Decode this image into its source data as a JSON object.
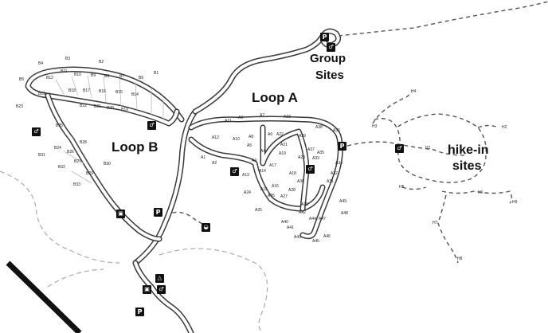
{
  "areas": {
    "loop_a": "Loop A",
    "loop_b": "Loop B",
    "group_sites_line1": "Group",
    "group_sites_line2": "Sites",
    "hike_in_line1": "hike-in",
    "hike_in_line2": "sites"
  },
  "icons": {
    "parking": "P",
    "restroom": "restroom-icon",
    "parking_icon": "parking-icon",
    "dump_station": "dump-station-icon",
    "water": "water-icon",
    "bus": "bus-icon"
  },
  "sites": {
    "B1": "B1",
    "B2": "B2",
    "B3": "B3",
    "B4": "B4",
    "B5": "B5",
    "B6": "B6",
    "B7": "B7",
    "B8": "B8",
    "B9": "B9",
    "B10": "B10",
    "B11": "B11",
    "B12": "B12",
    "B13": "B13",
    "B14": "B14",
    "B15": "B15",
    "B16": "B16",
    "B17": "B17",
    "B18": "B18",
    "B19": "B19",
    "B20": "B20",
    "B21": "B21",
    "B22": "B22",
    "B23": "B23",
    "B24": "B24",
    "B25": "B25",
    "B26": "B26",
    "B27": "B27",
    "B28": "B28",
    "B29": "B29",
    "B30": "B30",
    "B31": "B31",
    "B32": "B32",
    "B33": "B33",
    "A1": "A1",
    "A2": "A2",
    "A3": "A3",
    "A4": "A4",
    "A5": "A5",
    "A6": "A6",
    "A7": "A7",
    "A8": "A8",
    "A9": "A9",
    "A10": "A10",
    "A11": "A11",
    "A12": "A12",
    "A13": "A13",
    "A14": "A14",
    "A15": "A15",
    "A16": "A16",
    "A17": "A17",
    "A18": "A18",
    "A19": "A19",
    "A20": "A20",
    "A21": "A21",
    "A22": "A22",
    "A23": "A23",
    "A24": "A24",
    "A25": "A25",
    "A26": "A26",
    "A27": "A27",
    "A28": "A28",
    "A29": "A29",
    "A30": "A30",
    "A31": "A31",
    "A32": "A32",
    "A33": "A33",
    "A34": "A34",
    "A35": "A35",
    "A36": "A36",
    "A37": "A37",
    "A38": "A38",
    "A39": "A39",
    "A40": "A40",
    "A41": "A41",
    "A42": "A42",
    "A43": "A43",
    "A44": "A44",
    "A45": "A45",
    "A46": "A46",
    "A47": "A47",
    "A48": "A48",
    "A49": "A49",
    "H1": "H1",
    "H2": "H2",
    "H3": "H3",
    "H4": "H4",
    "H5": "H5",
    "H6": "H6",
    "H7": "H7",
    "H8": "H8",
    "H9": "H9"
  }
}
